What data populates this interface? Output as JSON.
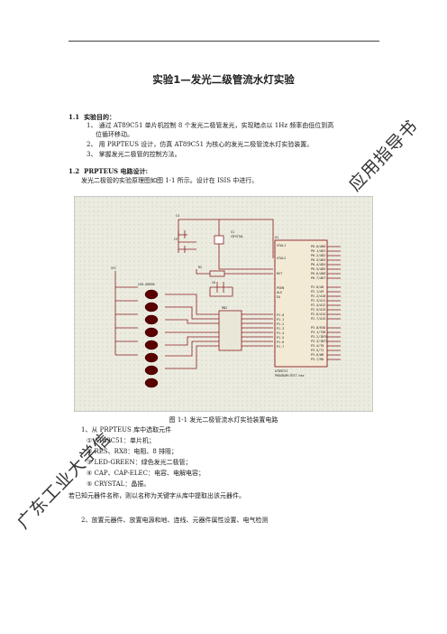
{
  "title": "实验1—发光二级管流水灯实验",
  "section_1_1": {
    "num": "1.1",
    "heading": "实验目的："
  },
  "goals": [
    "1、 通过 AT89C51 单片机控制 8 个发光二极管发光，实现暗点以 1Hz 频率由低位到高",
    "位循环移动。",
    "2、 用 PRPTEUS 设计，仿真 AT89C51 为核心的发光二极管流水灯实验装置。",
    "3、 掌握发光二极管的控制方法。"
  ],
  "section_1_2": {
    "num": "1.2",
    "heading": "PRPTEUS 电路设计:"
  },
  "intro": "发光二极管的实验原理图如图 1-1 所示。设计在 ISIS 中进行。",
  "schematic": {
    "c4": "C4",
    "c5": "C5",
    "c6": "C6",
    "x1": "X1",
    "x1_type": "CRYSTAL",
    "r2": "R2",
    "rn2": "RN2",
    "u1": "U1",
    "u1_part": "AT89C51",
    "u1_prog": "PROGRAM=TEST.hex",
    "vcc": "VCC",
    "led_label": "LED-GREEN",
    "xtal1": "XTAL1",
    "xtal2": "XTAL2",
    "rst": "RST",
    "psen": "PSEN",
    "ale": "ALE",
    "ea": "EA",
    "p1_pins": [
      "P1.0",
      "P1.1",
      "P1.2",
      "P1.3",
      "P1.4",
      "P1.5",
      "P1.6",
      "P1.7"
    ],
    "p0_pins": [
      "P0.0/AD0",
      "P0.1/AD1",
      "P0.2/AD2",
      "P0.3/AD3",
      "P0.4/AD4",
      "P0.5/AD5",
      "P0.6/AD6",
      "P0.7/AD7"
    ],
    "p2_pins": [
      "P2.0/A8",
      "P2.1/A9",
      "P2.2/A10",
      "P2.3/A11",
      "P2.4/A12",
      "P2.5/A13",
      "P2.6/A14",
      "P2.7/A15"
    ],
    "p3_pins": [
      "P3.0/RXD",
      "P3.1/TXD",
      "P3.2/INT0",
      "P3.3/INT1",
      "P3.4/T0",
      "P3.5/T1",
      "P3.6/WR",
      "P3.7/RD"
    ]
  },
  "caption": "图 1-1  发光二极管流水灯实验装置电路",
  "steps": [
    "1、从 PRPTEUS 库中选取元件",
    "① AT89C51：单片机；",
    "② RES、RX8：电阻、8 排阻；",
    "③ LED-GREEN：绿色发光二极管；",
    "④ CAP、CAP-ELEC：电容、电解电容；",
    "⑤ CRYSTAL：晶振。",
    "若已知元器件名称，则以名称为关键字从库中提取出该元器件。",
    "2、放置元器件、放置电源和地、连线、元器件属性设置、电气检测"
  ],
  "watermark": {
    "line1": "广东工业大学信",
    "line2": "应用指导书"
  }
}
